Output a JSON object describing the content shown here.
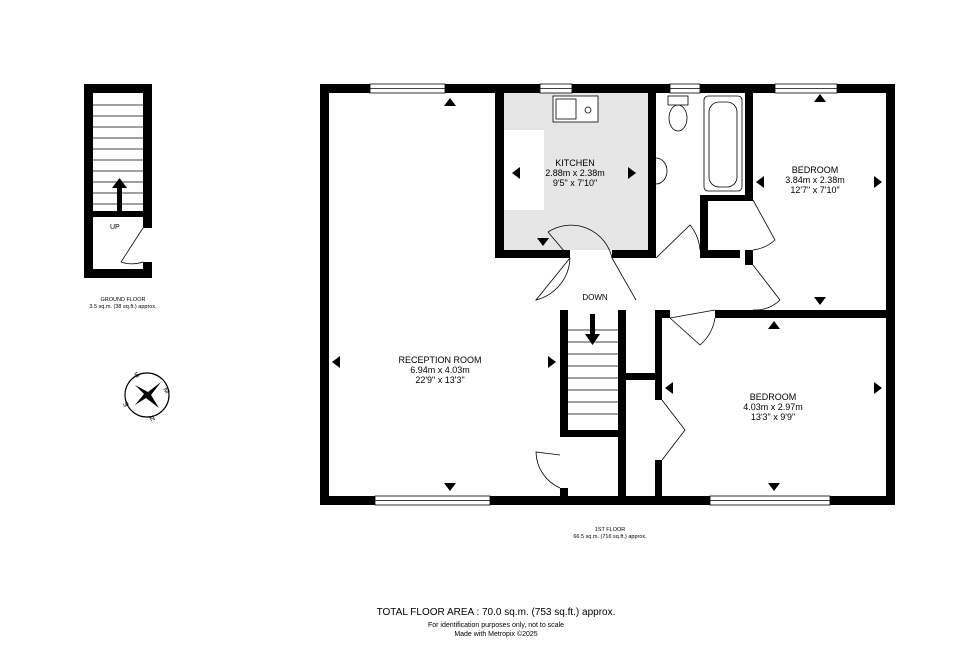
{
  "ground_floor": {
    "label": "GROUND FLOOR",
    "area": "3.5 sq.m. (38 sq.ft.) approx.",
    "stair_label": "UP"
  },
  "first_floor": {
    "label": "1ST FLOOR",
    "area": "66.5 sq.m. (716 sq.ft.) approx.",
    "landing_label": "DOWN"
  },
  "rooms": [
    {
      "name": "KITCHEN",
      "metric": "2.88m  x 2.38m",
      "imperial": "9'5\"  x 7'10\""
    },
    {
      "name": "BEDROOM",
      "metric": "3.84m  x 2.38m",
      "imperial": "12'7\"  x 7'10\""
    },
    {
      "name": "RECEPTION ROOM",
      "metric": "6.94m  x 4.03m",
      "imperial": "22'9\"  x 13'3\""
    },
    {
      "name": "BEDROOM",
      "metric": "4.03m  x 2.97m",
      "imperial": "13'3\"  x 9'9\""
    }
  ],
  "compass": {
    "letters": [
      "S",
      "M",
      "N",
      "E"
    ],
    "icon": "compass-rose-icon"
  },
  "footer": {
    "total": "TOTAL FLOOR AREA : 70.0 sq.m. (753 sq.ft.) approx.",
    "disclaimer": "For identification purposes only, not to scale",
    "credit": "Made with Metropix ©2025"
  },
  "colors": {
    "wall": "#000000",
    "kitchen_floor": "#e6e6e6",
    "window": "#ffffff"
  }
}
